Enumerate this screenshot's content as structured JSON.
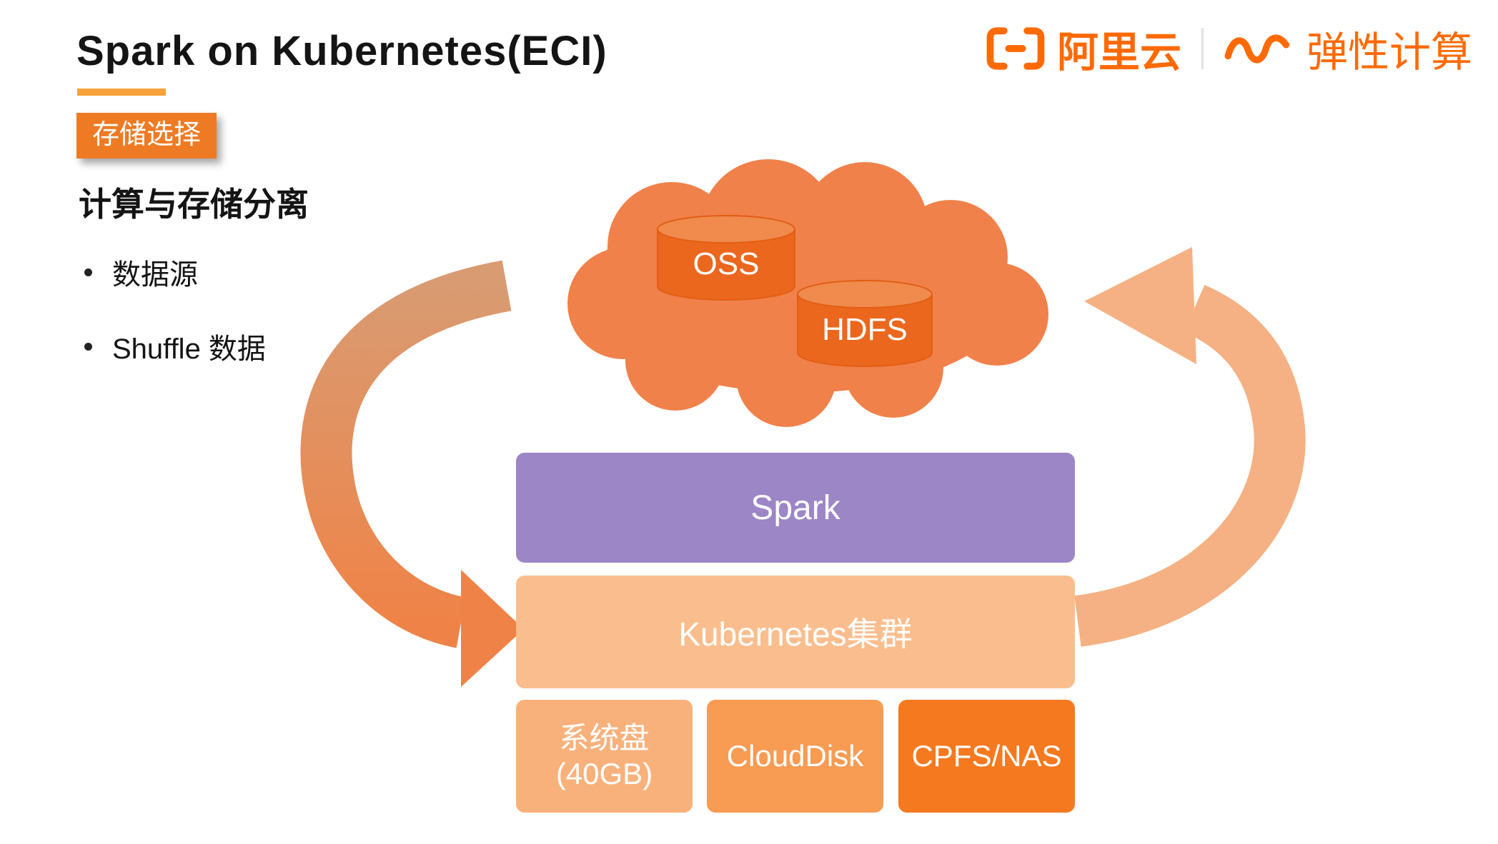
{
  "slide": {
    "title": "Spark on Kubernetes(ECI)",
    "badge": "存储选择",
    "subtitle": "计算与存储分离",
    "bullets": [
      "数据源",
      "Shuffle 数据"
    ]
  },
  "logo": {
    "brand": "阿里云",
    "product": "弹性计算"
  },
  "diagram": {
    "cloud": {
      "storages": [
        {
          "label": "OSS"
        },
        {
          "label": "HDFS"
        }
      ]
    },
    "spark_label": "Spark",
    "kubernetes_label": "Kubernetes集群",
    "storage_boxes": [
      {
        "label": "系统盘\n(40GB)"
      },
      {
        "label": "CloudDisk"
      },
      {
        "label": "CPFS/NAS"
      }
    ]
  },
  "colors": {
    "cloud_orange": "#F0814A",
    "cylinder_orange": "#EB671E",
    "alibaba_orange": "#FF6A00",
    "underline_orange": "#F7A23B",
    "badge_orange": "#EE7B23",
    "spark_purple": "#9C86C6",
    "kubernetes_light_orange": "#FABE8E",
    "system_disk_orange": "#F9B17C",
    "cloud_disk_orange": "#F89B53",
    "cpfs_nas_orange": "#F5791F",
    "left_arrow_top": "#D99B72",
    "left_arrow_bottom": "#EF8347",
    "right_arrow": "#F5B183"
  }
}
